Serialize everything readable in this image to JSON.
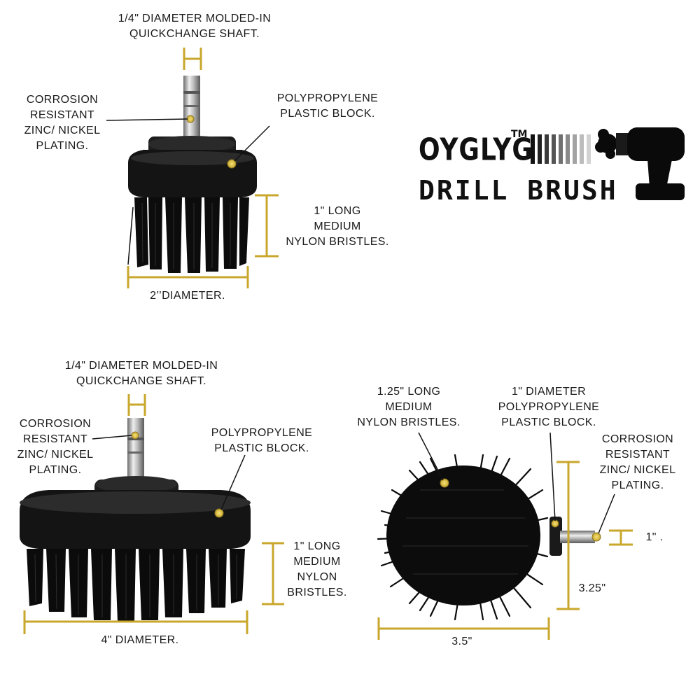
{
  "brand": {
    "name": "OYGLYG",
    "trademark": "TM",
    "product": "DRILL BRUSH",
    "accent_color": "#c9a72c",
    "icon": "drill-icon"
  },
  "brush_2in": {
    "shaft": [
      "1/4\" DIAMETER MOLDED-IN",
      "QUICKCHANGE SHAFT."
    ],
    "plating": [
      "CORROSION",
      "RESISTANT",
      "ZINC/ NICKEL",
      "PLATING."
    ],
    "block": [
      "POLYPROPYLENE",
      "PLASTIC BLOCK."
    ],
    "bristles": [
      "1\" LONG",
      "MEDIUM",
      "NYLON BRISTLES."
    ],
    "diameter": "2’’DIAMETER."
  },
  "brush_4in": {
    "shaft": [
      "1/4\" DIAMETER MOLDED-IN",
      "QUICKCHANGE SHAFT."
    ],
    "plating": [
      "CORROSION",
      "RESISTANT",
      "ZINC/ NICKEL",
      "PLATING."
    ],
    "block": [
      "POLYPROPYLENE",
      "PLASTIC BLOCK."
    ],
    "bristles": [
      "1\" LONG",
      "MEDIUM",
      "NYLON",
      "BRISTLES."
    ],
    "diameter": "4\" DIAMETER."
  },
  "brush_round": {
    "bristles": [
      "1.25\" LONG",
      "MEDIUM",
      "NYLON BRISTLES."
    ],
    "block": [
      "1\" DIAMETER",
      "POLYPROPYLENE",
      "PLASTIC BLOCK."
    ],
    "plating": [
      "CORROSION",
      "RESISTANT",
      "ZINC/ NICKEL",
      "PLATING."
    ],
    "shaft_length": "1\" .",
    "height": "3.25\"",
    "width": "3.5\""
  }
}
